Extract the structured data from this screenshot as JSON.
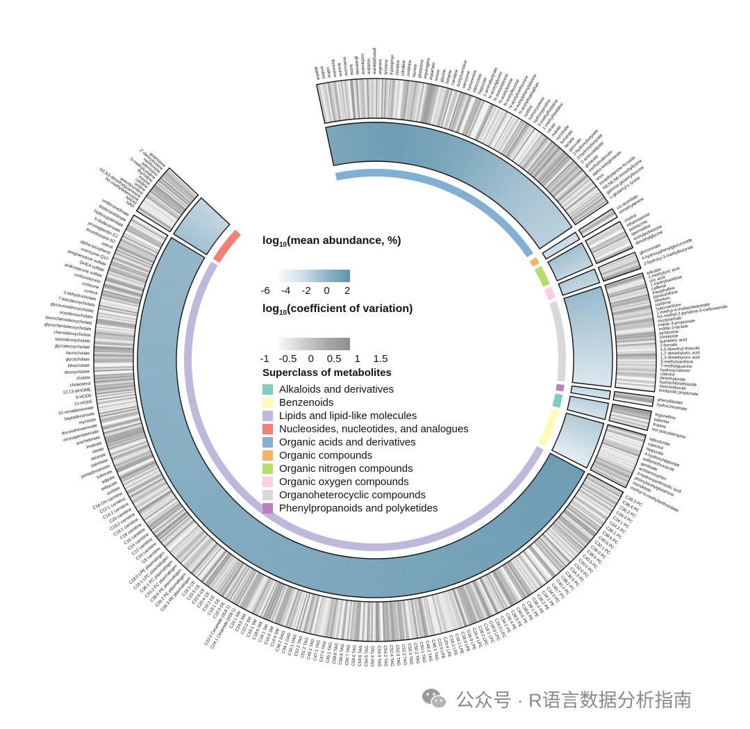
{
  "chart_data": {
    "type": "circular-heatmap",
    "title": "",
    "ring_order_inner_to_outer": [
      "superclass",
      "mean_abundance",
      "coefficient_of_variation",
      "metabolite_names"
    ],
    "legends": {
      "mean_abundance": {
        "title_prefix": "log",
        "title_subscript": "10",
        "title_suffix": "(mean abundance, %)",
        "ticks": [
          "-6",
          "-4",
          "-2",
          "0",
          "2"
        ],
        "range": [
          -6.5,
          2.5
        ],
        "color_low": "#f4f8fb",
        "color_high": "#5f93ac"
      },
      "coefficient_of_variation": {
        "title_prefix": "log",
        "title_subscript": "10",
        "title_suffix": "(coefficient of variation)",
        "ticks": [
          "-1",
          "-0.5",
          "0",
          "0.5",
          "1",
          "1.5"
        ],
        "range": [
          -1.2,
          1.6
        ],
        "color_low": "#f7f7f7",
        "color_high": "#8a8a8a"
      }
    },
    "superclass_legend_title": "Superclass of metabolites",
    "superclasses": [
      {
        "name": "Alkaloids and derivatives",
        "color": "#7ecdc0"
      },
      {
        "name": "Benzenoids",
        "color": "#fcfcb2"
      },
      {
        "name": "Lipids and lipid-like molecules",
        "color": "#beb9da"
      },
      {
        "name": "Nucleosides, nucleotides, and analogues",
        "color": "#f47f72"
      },
      {
        "name": "Organic acids and derivatives",
        "color": "#80b0d3"
      },
      {
        "name": "Organic compounds",
        "color": "#fbb363"
      },
      {
        "name": "Organic nitrogen compounds",
        "color": "#b3de68"
      },
      {
        "name": "Organic oxygen compounds",
        "color": "#fccde5"
      },
      {
        "name": "Organoheterocyclic compounds",
        "color": "#d9d9d9"
      },
      {
        "name": "Phenylpropanoids and polyketides",
        "color": "#bc80bd"
      }
    ],
    "sectors_clockwise_from_top": [
      {
        "superclass": "Organic acids and derivatives",
        "start_deg": -12,
        "end_deg": 56,
        "abundance": [
          0.8,
          1.6,
          0.6,
          -1.5,
          -3.0
        ]
      },
      {
        "superclass": "Organic compounds",
        "start_deg": 57.5,
        "end_deg": 59.5,
        "abundance": [
          -4.0
        ]
      },
      {
        "superclass": "Organic nitrogen compounds",
        "start_deg": 60.5,
        "end_deg": 66.5,
        "abundance": [
          -1.5,
          -2.5,
          -3.5
        ]
      },
      {
        "superclass": "Organic oxygen compounds",
        "start_deg": 67.5,
        "end_deg": 71,
        "abundance": [
          -2.5,
          -3.5
        ]
      },
      {
        "superclass": "Organoheterocyclic compounds",
        "start_deg": 72,
        "end_deg": 96.5,
        "abundance": [
          -1.0,
          -2.0,
          -3.0,
          -4.0,
          -5.0
        ]
      },
      {
        "superclass": "Phenylpropanoids and polyketides",
        "start_deg": 97.5,
        "end_deg": 99.5,
        "abundance": [
          -3.5,
          -4.5
        ]
      },
      {
        "superclass": "Alkaloids and derivatives",
        "start_deg": 100.5,
        "end_deg": 104.5,
        "abundance": [
          -3.0,
          -4.5
        ]
      },
      {
        "superclass": "Benzenoids",
        "start_deg": 105.5,
        "end_deg": 117,
        "abundance": [
          -2.5,
          -3.5,
          -4.5,
          -5.5
        ]
      },
      {
        "superclass": "Lipids and lipid-like molecules",
        "start_deg": 118,
        "end_deg": 301,
        "abundance": [
          1.6,
          1.4,
          1.2,
          0.9,
          0.7,
          0.5,
          0.3,
          0.0,
          -0.2,
          -0.4,
          -0.6
        ]
      },
      {
        "superclass": "Nucleosides, nucleotides, and analogues",
        "start_deg": 302,
        "end_deg": 313,
        "abundance": [
          -1.5,
          -2.5,
          -3.5
        ]
      }
    ],
    "label_groups": [
      {
        "start_deg": -12,
        "end_deg": 56,
        "labels": [
          "alanine",
          "proline",
          "valine",
          "threonine",
          "leucine",
          "isoleucine",
          "lysine",
          "glutamate",
          "methionine",
          "histidine",
          "phenylalanine",
          "arginine",
          "tyrosine",
          "tryptophan",
          "creatine",
          "citrulline",
          "ornithine",
          "taurine",
          "glutamine",
          "asparagine",
          "aspartate",
          "serine",
          "glycine",
          "betaine",
          "carnitine",
          "acetylcarnitine",
          "sarcosine",
          "kynurenine",
          "pipecolate",
          "hippurate",
          "2-aminobutyrate",
          "N-acetylglycine",
          "N-acetylalanine",
          "N-acetylserine",
          "N-acetylleucine",
          "N-acetylmethionine",
          "N-acetylphenylalanine",
          "N-acetyltryptophan",
          "cystine",
          "homocysteine",
          "hydroxyproline",
          "3-methylhistidine",
          "1-methylhistidine",
          "citrate",
          "malate",
          "succinate",
          "fumarate",
          "lactate",
          "pyruvate",
          "2-hydroxybutyrate",
          "3-hydroxybutyrate",
          "2-aminoadipate",
          "glutarate",
          "methylmalonate",
          "alpha-ketoglutarate",
          "urea",
          "trimethylamine-N-oxide",
          "N6,N6,N6-trimethyllysine",
          "gamma-glutamylleucine",
          "L-glutamyl-L-lysine"
        ]
      },
      {
        "start_deg": 57.5,
        "end_deg": 59.5,
        "labels": [
          "cis-aconitate",
          "trimethylamine"
        ]
      },
      {
        "start_deg": 60.5,
        "end_deg": 66.5,
        "labels": [
          "choline",
          "ethanolamine",
          "putrescine",
          "spermidine",
          "acetylputrescine",
          "dimethylglycine"
        ]
      },
      {
        "start_deg": 67.5,
        "end_deg": 71,
        "labels": [
          "glucuronate",
          "4-hydroxyphenylglucuronide",
          "2-hydroxy-3-methylbutyrate"
        ]
      },
      {
        "start_deg": 72,
        "end_deg": 96.5,
        "labels": [
          "bilirubin",
          "1-methyluric acid",
          "uric acid",
          "1-methylxanthine",
          "caffeine",
          "theophylline",
          "paraxanthine",
          "allantoin",
          "xanthine",
          "hypoxanthine",
          "1-methyl-4-imidazoleacetate",
          "N1-methyl-2-pyridone-5-carboxamide",
          "nicotinamide",
          "indole-3-propionate",
          "indole-3-lactate",
          "pyridoxine",
          "creatinine",
          "quinolinic acid",
          "2-furoate",
          "4,5-dimethyl-thiazole",
          "1,7-dimethyluric acid",
          "1,3-dimethyluric acid",
          "3-methylxanthine",
          "7-methylguanine",
          "hydroxycotinine",
          "cotinine",
          "dimethylurate",
          "hydrochlorothiazide",
          "metronidazole",
          "imidazole propionate"
        ]
      },
      {
        "start_deg": 97.5,
        "end_deg": 99.5,
        "labels": [
          "phenyllactate",
          "hydrocinnamate"
        ]
      },
      {
        "start_deg": 100.5,
        "end_deg": 104.5,
        "labels": [
          "trigonelline",
          "piperine",
          "tropine",
          "nor-pseudotropine"
        ]
      },
      {
        "start_deg": 105.5,
        "end_deg": 117,
        "labels": [
          "salicylurate",
          "catechol",
          "hippurate",
          "4-hydroxyhippurate",
          "sulfamethoxazole",
          "gentisate",
          "acetaminophen",
          "3-hydroxyanthranilic acid",
          "phenylacetylglutamine",
          "mandelate",
          "methyl N-methylanthranilate"
        ]
      },
      {
        "start_deg": 118,
        "end_deg": 301,
        "labels": [
          "C38:3 PC",
          "C38:4 PC",
          "C36:2 PC",
          "C36:4 PC",
          "C34:1 PC",
          "C34:2 PC",
          "C36:1 PC",
          "C38:6 PC",
          "C40:6 PC",
          "C32:1 PC",
          "C36:3 PC",
          "C38:5 PC",
          "C40:5 PC",
          "C30:0 PC",
          "C32:0 PC",
          "C34:3 PC",
          "C36:5 PC",
          "C38:2 PC",
          "C40:4 PC",
          "C40:7 PC",
          "C34:0 PC",
          "C34:1 PE",
          "C36:2 PE",
          "C38:4 PE",
          "C36:1 PE",
          "C38:6 PE",
          "C40:6 PE",
          "C38:5 PE",
          "C36:4 PE",
          "C34:2 PE",
          "C16:0 LPC",
          "C18:0 LPC",
          "C18:1 LPC",
          "C18:2 LPC",
          "C20:4 LPC",
          "C16:0 LPE",
          "C18:0 LPE",
          "C18:1 LPE",
          "C18:2 LPE",
          "C20:4 LPE",
          "C22:6 LPE",
          "C48:1 TAG",
          "C48:2 TAG",
          "C50:1 TAG",
          "C50:2 TAG",
          "C50:3 TAG",
          "C52:2 TAG",
          "C52:3 TAG",
          "C52:4 TAG",
          "C54:2 TAG",
          "C54:3 TAG",
          "C54:4 TAG",
          "C54:5 TAG",
          "C54:6 TAG",
          "C56:6 TAG",
          "C56:7 TAG",
          "C56:8 TAG",
          "C58:8 TAG",
          "C45:1 TAG",
          "C47:0 TAG",
          "C47:1 TAG",
          "C49:1 TAG",
          "C51:2 TAG",
          "C53:2 TAG",
          "C32:1 DAG",
          "C34:1 DAG",
          "C36:2 DAG",
          "C14:0 SM",
          "C16:0 SM",
          "C16:1 SM",
          "C18:0 SM",
          "C18:1 SM",
          "C22:0 SM",
          "C24:0 SM",
          "C24:1 SM",
          "C24:1 Ceramide (d18:1)",
          "C22:0 Ceramide (d18:1)",
          "C16:0 CE",
          "C18:1 CE",
          "C18:2 CE",
          "C20:4 CE",
          "C22:6 CE",
          "C20:5 CE",
          "C18:3 CE",
          "C34:3 PE plasmalogen",
          "C36:2 PE plasmalogen",
          "C38:6 PE plasmalogen",
          "C34:2 PC plasmalogen",
          "C36:1 PC plasmalogen",
          "C16:1 LPC plasmalogen",
          "C18:0 LPE plasmalogen",
          "C8 carnitine",
          "C10 carnitine",
          "C12 carnitine",
          "C14 carnitine",
          "C16 carnitine",
          "C18 carnitine",
          "C18:1 carnitine",
          "C18:2 carnitine",
          "C20 carnitine",
          "C14:2 carnitine",
          "C12:1 carnitine",
          "C16-OH carnitine",
          "azelate",
          "sebacate",
          "adipate",
          "suberate",
          "pentadecanoate",
          "palmitate",
          "stearate",
          "oleate",
          "linoleate",
          "arachidonate",
          "eicosapentaenoate",
          "docosahexaenoate",
          "myristate",
          "heptadecanoate",
          "10-nonadecenoate",
          "13-HODE",
          "9-HODE",
          "12,13-diHOME",
          "cholesterol",
          "cholate",
          "deoxycholate",
          "lithocholate",
          "glycocholate",
          "taurocholate",
          "glycodeoxycholate",
          "taurodeoxycholate",
          "chenodeoxycholate",
          "glycochenodeoxycholate",
          "taurochenodeoxycholate",
          "ursodeoxycholate",
          "glycoursodeoxycholate",
          "7-ketodeoxycholate",
          "3-dehydrocholate",
          "cortisol",
          "cortisone",
          "corticosterone",
          "androsterone sulfate",
          "DHEA sulfate",
          "pregnenolone sulfate",
          "coenzyme Q10",
          "alpha-tocopherol",
          "retinol",
          "thromboxane B2",
          "prostaglandin E2",
          "5-dodecenoate",
          "hydroxypalmitate",
          "dodecanedioate",
          "undecanedioate"
        ]
      },
      {
        "start_deg": 302,
        "end_deg": 313,
        "labels": [
          "NAD",
          "NADH",
          "N1-methyladenosine",
          "N2,N2-dimethylguanosine",
          "pseudouridine",
          "uridine",
          "cytidine",
          "inosine",
          "thymidine",
          "5-methylcytidine",
          "adenosine",
          "xanthosine",
          "2'-deoxyinosine",
          "guanosine"
        ]
      }
    ]
  },
  "watermark": {
    "text": "公众号 · R语言数据分析指南",
    "icon": "wechat-icon",
    "color": "#8a8a8a"
  }
}
